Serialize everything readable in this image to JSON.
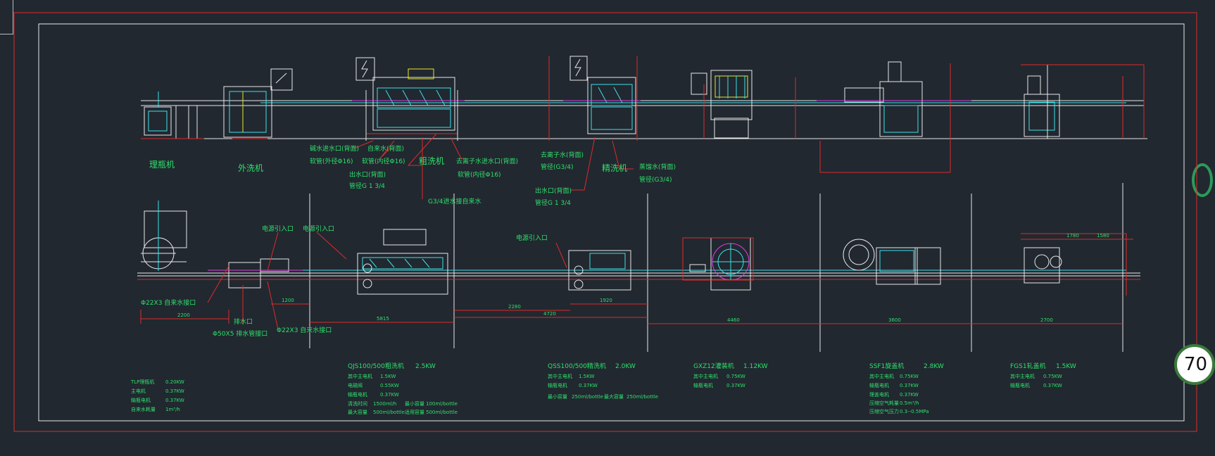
{
  "page_badge": "70",
  "top_machines": [
    {
      "id": "unscrambler",
      "name": "理瓶机"
    },
    {
      "id": "outer_washer",
      "name": "外洗机"
    },
    {
      "id": "rough_washer",
      "name": "粗洗机"
    },
    {
      "id": "fine_washer",
      "name": "精洗机"
    }
  ],
  "top_notes": {
    "n1": "碱水进水口(背面)",
    "n2": "软管(外径Φ16)",
    "n3": "出水口(背面)",
    "n4": "管径G 1  3/4",
    "n5": "自来水(背面)",
    "n6": "软管(内径Φ16)",
    "n7": "去离子水进水口(背面)",
    "n8": "软管(内径Φ16)",
    "n9": "G3/4进水接自来水",
    "n10": "去离子水(背面)",
    "n11": "管径(G3/4)",
    "n12": "出水口(背面)",
    "n13": "管径G 1  3/4",
    "n14": "蒸馏水(背面)",
    "n15": "管径(G3/4)"
  },
  "bottom_notes": {
    "power1": "电源引入口",
    "power2": "电源引入口",
    "power3": "电源引入口",
    "tap_in": "Φ22X3 自来水接口",
    "drain": "排水口",
    "drain_pipe": "Φ50X5 排水管接口",
    "tap_in2": "Φ22X3 自来水接口"
  },
  "dims": {
    "d_total_left": "2200",
    "d_1": "1200",
    "d_2": "5815",
    "d_3": "2280",
    "d_4": "4720",
    "d_5": "1920",
    "d_6": "4460",
    "d_7": "3600",
    "d_8": "2700",
    "d_9": "1780",
    "d_10": "1580"
  },
  "spec_tables": [
    {
      "id": "tlp",
      "title": "",
      "power": "",
      "rows": [
        [
          "TLP理瓶机",
          "0.20KW"
        ],
        [
          "主电机",
          "0.37KW"
        ],
        [
          "输瓶电机",
          "0.37KW"
        ],
        [
          "自来水耗量",
          "1m³/h"
        ]
      ]
    },
    {
      "id": "qjs",
      "title": "QJS100/500粗洗机",
      "power": "2.5KW",
      "rows": [
        [
          "其中主电机",
          "1.5KW"
        ],
        [
          "电磁阀",
          "0.55KW"
        ],
        [
          "输瓶电机",
          "0.37KW"
        ]
      ],
      "extra": [
        [
          "清洗时间",
          "1500ml/h",
          "最小容量",
          "100ml/bottle"
        ],
        [
          "最大容量",
          "500ml/bottle",
          "适用容量",
          "500ml/bottle"
        ]
      ]
    },
    {
      "id": "qss",
      "title": "QSS100/500精洗机",
      "power": "2.0KW",
      "rows": [
        [
          "其中主电机",
          "1.5KW"
        ],
        [
          "输瓶电机",
          "0.37KW"
        ]
      ],
      "extra": [
        [
          "最小容量",
          "250ml/bottle",
          "最大容量",
          "250ml/bottle"
        ]
      ]
    },
    {
      "id": "gxz",
      "title": "GXZ12灌装机",
      "power": "1.12KW",
      "rows": [
        [
          "其中主电机",
          "0.75KW"
        ],
        [
          "输瓶电机",
          "0.37KW"
        ]
      ]
    },
    {
      "id": "ssf",
      "title": "SSF1旋盖机",
      "power": "2.8KW",
      "rows": [
        [
          "其中主电机",
          "0.75KW"
        ],
        [
          "输瓶电机",
          "0.37KW"
        ],
        [
          "理盖电机",
          "0.37KW"
        ],
        [
          "压缩空气耗量",
          "0.5m³/h"
        ],
        [
          "压缩空气压力",
          "0.3--0.5MPa"
        ]
      ]
    },
    {
      "id": "fgs",
      "title": "FGS1轧盖机",
      "power": "1.5KW",
      "rows": [
        [
          "其中主电机",
          "0.75KW"
        ],
        [
          "输瓶电机",
          "0.37KW"
        ]
      ]
    }
  ]
}
